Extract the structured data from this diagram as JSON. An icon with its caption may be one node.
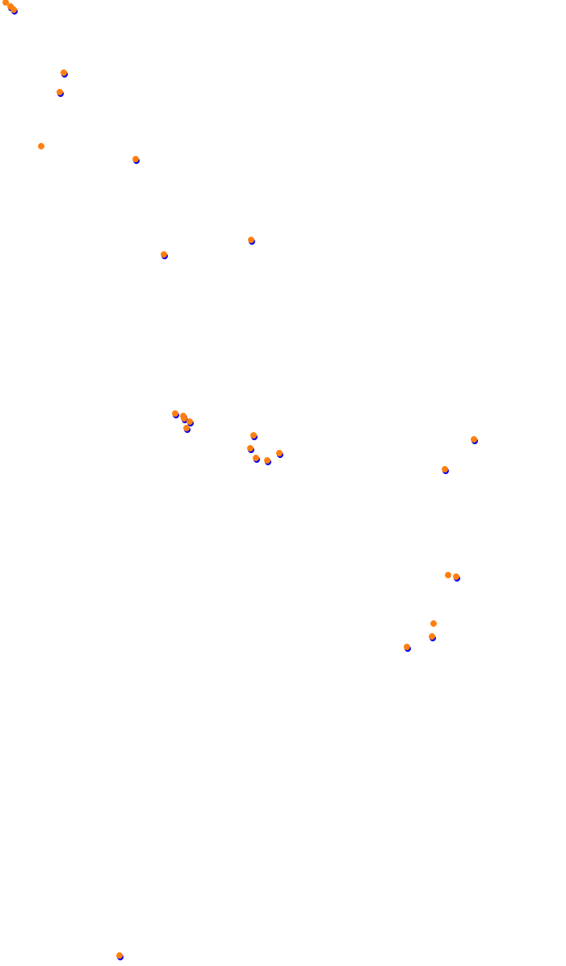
{
  "diagram": {
    "nodes": [
      {
        "text": [],
        "shape": "circle"
      },
      {
        "text": [],
        "shape": "circle"
      },
      {
        "text": [],
        "shape": "circle"
      },
      {
        "text": [],
        "shape": "circle"
      },
      {
        "text": [],
        "shape": "circle"
      },
      {
        "text": [],
        "shape": "circle"
      },
      {
        "text": [],
        "shape": "circle"
      },
      {
        "text": [],
        "shape": "circle"
      },
      {
        "text": [],
        "shape": "circle"
      },
      {
        "text": [],
        "shape": "circle"
      },
      {
        "text": [],
        "shape": "circle"
      },
      {
        "text": [],
        "shape": "circle"
      },
      {
        "text": [],
        "shape": "circle"
      },
      {
        "text": [],
        "shape": "circle"
      },
      {
        "text": [],
        "shape": "circle"
      },
      {
        "text": [],
        "shape": "circle"
      },
      {
        "text": [],
        "shape": "circle"
      },
      {
        "text": [],
        "shape": "circle"
      },
      {
        "text": [],
        "shape": "circle"
      },
      {
        "text": [],
        "shape": "circle"
      },
      {
        "text": [],
        "shape": "circle"
      },
      {
        "text": [],
        "shape": "circle"
      },
      {
        "text": [],
        "shape": "circle"
      },
      {
        "text": [],
        "shape": "circle"
      },
      {
        "text": [],
        "shape": "circle"
      },
      {
        "text": [],
        "shape": "circle"
      },
      {
        "text": [],
        "shape": "circle"
      }
    ]
  }
}
